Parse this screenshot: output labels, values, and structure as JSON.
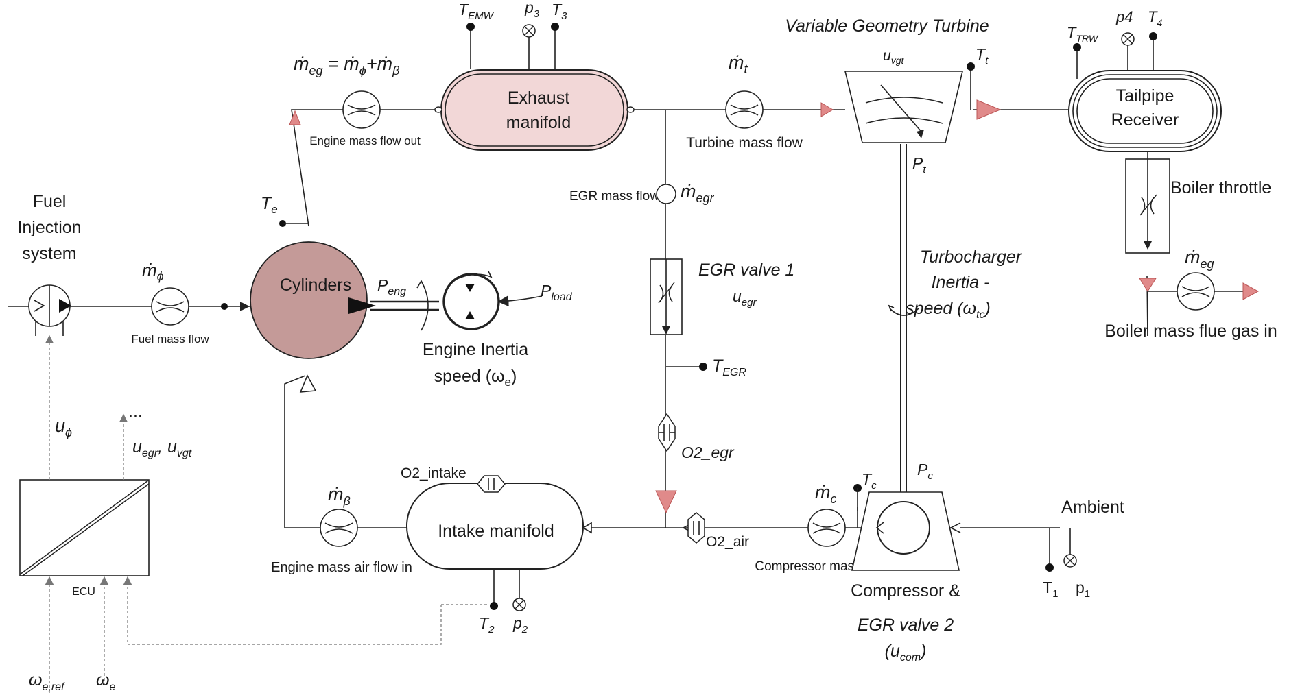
{
  "fuel": {
    "system": [
      "Fuel",
      "Injection",
      "system"
    ],
    "flow_label": "Fuel mass flow",
    "m_sym": "ṁ",
    "m_sub": "ϕ"
  },
  "cylinders": {
    "label": "Cylinders",
    "te": "T",
    "te_sub": "e"
  },
  "engine": {
    "p_eng": "P",
    "p_eng_sub": "eng",
    "p_load": "P",
    "p_load_sub": "load",
    "inertia_line1": "Engine Inertia",
    "inertia_line2": "speed (ω",
    "inertia_sub": "e",
    "inertia_close": ")"
  },
  "exhaust_out": {
    "formula_m": "ṁ",
    "formula_sub1": "eg",
    "formula_mid": " = ṁ",
    "formula_sub2": "ϕ",
    "formula_plus": "+ṁ",
    "formula_sub3": "β",
    "label": "Engine mass flow out"
  },
  "exhaust_manifold": {
    "line1": "Exhaust",
    "line2": "manifold",
    "temw": "T",
    "temw_sub": "EMW",
    "p3": "p",
    "p3_sub": "3",
    "t3": "T",
    "t3_sub": "3"
  },
  "turbine": {
    "m_t": "ṁ",
    "m_t_sub": "t",
    "flow_label": "Turbine mass flow",
    "title": "Variable Geometry Turbine",
    "u_vgt": "u",
    "u_vgt_sub": "vgt",
    "t_t": "T",
    "t_t_sub": "t",
    "p_t": "P",
    "p_t_sub": "t"
  },
  "tailpipe": {
    "line1": "Tailpipe",
    "line2": "Receiver",
    "ttrw": "T",
    "ttrw_sub": "TRW",
    "p4": "p4",
    "t4": "T",
    "t4_sub": "4"
  },
  "boiler": {
    "throttle": "Boiler throttle",
    "m_eg": "ṁ",
    "m_eg_sub": "eg",
    "label": "Boiler mass flue gas in"
  },
  "egr": {
    "flow_label": "EGR mass flow",
    "m_egr": "ṁ",
    "m_egr_sub": "egr",
    "valve1": "EGR valve 1",
    "u_egr": "u",
    "u_egr_sub": "egr",
    "t_egr": "T",
    "t_egr_sub": "EGR",
    "o2_egr": "O2_egr"
  },
  "turbocharger": {
    "line1": "Turbocharger",
    "line2": "Inertia -",
    "line3": "speed (ω",
    "sub": "tc",
    "close": ")"
  },
  "compressor": {
    "m_c": "ṁ",
    "m_c_sub": "c",
    "t_c": "T",
    "t_c_sub": "c",
    "p_c": "P",
    "p_c_sub": "c",
    "flow_label": "Compressor mass flow",
    "line1": "Compressor &",
    "line2": "EGR valve 2",
    "u_com": "(u",
    "u_com_sub": "com",
    "u_com_close": ")"
  },
  "ambient": {
    "label": "Ambient",
    "t1": "T",
    "t1_sub": "1",
    "p1": "p",
    "p1_sub": "1"
  },
  "intake": {
    "label": "Intake manifold",
    "o2_intake": "O2_intake",
    "o2_air": "O2_air",
    "m_b": "ṁ",
    "m_b_sub": "β",
    "flow_label": "Engine mass air flow in",
    "t2": "T",
    "t2_sub": "2",
    "p2": "p",
    "p2_sub": "2"
  },
  "ecu": {
    "label": "ECU",
    "u_phi": "u",
    "u_phi_sub": "ϕ",
    "dots": "...",
    "u_egr": "u",
    "u_egr_sub": "egr",
    "sep": ", ",
    "u_vgt": "u",
    "u_vgt_sub": "vgt",
    "w_ref": "ω",
    "w_ref_sub": "e,ref",
    "w_e": "ω",
    "w_e_sub": "e"
  }
}
